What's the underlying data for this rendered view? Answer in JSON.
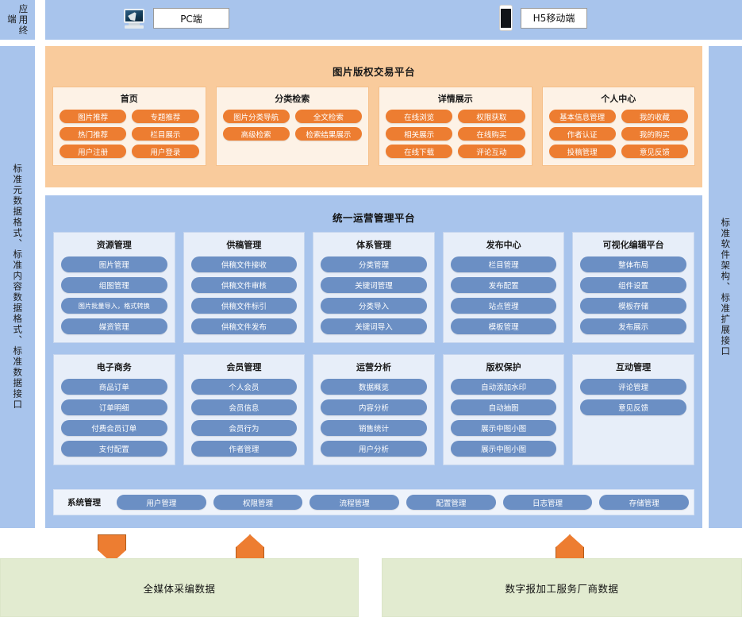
{
  "left_rail": {
    "top_label": "应用终端",
    "main_label": "标准元数据格式、标准内容数据格式、标准数据接口"
  },
  "right_rail": {
    "label": "标准软件架构、标准扩展接口"
  },
  "terminals": [
    {
      "icon": "monitor-icon",
      "label": "PC端"
    },
    {
      "icon": "phone-icon",
      "label": "H5移动端"
    }
  ],
  "trading_platform": {
    "title": "图片版权交易平台",
    "groups": [
      {
        "title": "首页",
        "items": [
          "图片推荐",
          "专题推荐",
          "热门推荐",
          "栏目展示",
          "用户注册",
          "用户登录"
        ]
      },
      {
        "title": "分类检索",
        "items": [
          "图片分类导航",
          "全文检索",
          "高级检索",
          "检索结果展示"
        ]
      },
      {
        "title": "详情展示",
        "items": [
          "在线浏览",
          "权限获取",
          "相关展示",
          "在线购买",
          "在线下载",
          "评论互动"
        ]
      },
      {
        "title": "个人中心",
        "items": [
          "基本信息管理",
          "我的收藏",
          "作者认证",
          "我的购买",
          "投稿管理",
          "意见反馈"
        ]
      }
    ]
  },
  "unified_platform": {
    "title": "统一运营管理平台",
    "row1": [
      {
        "title": "资源管理",
        "items": [
          "图片管理",
          "组图管理",
          "图片批量导入，格式转换",
          "媒资管理"
        ]
      },
      {
        "title": "供稿管理",
        "items": [
          "供稿文件接收",
          "供稿文件审核",
          "供稿文件标引",
          "供稿文件发布"
        ]
      },
      {
        "title": "体系管理",
        "items": [
          "分类管理",
          "关键词管理",
          "分类导入",
          "关键词导入"
        ]
      },
      {
        "title": "发布中心",
        "items": [
          "栏目管理",
          "发布配置",
          "站点管理",
          "模板管理"
        ]
      },
      {
        "title": "可视化编辑平台",
        "items": [
          "整体布局",
          "组件设置",
          "模板存储",
          "发布展示"
        ]
      }
    ],
    "row2": [
      {
        "title": "电子商务",
        "items": [
          "商品订单",
          "订单明细",
          "付费会员订单",
          "支付配置"
        ]
      },
      {
        "title": "会员管理",
        "items": [
          "个人会员",
          "会员信息",
          "会员行为",
          "作者管理"
        ]
      },
      {
        "title": "运营分析",
        "items": [
          "数据概览",
          "内容分析",
          "销售统计",
          "用户分析"
        ]
      },
      {
        "title": "版权保护",
        "items": [
          "自动添加水印",
          "自动抽图",
          "展示中图小图",
          "展示中图小图"
        ]
      },
      {
        "title": "互动管理",
        "items": [
          "评论管理",
          "意见反馈"
        ]
      }
    ],
    "system_management": {
      "label": "系统管理",
      "items": [
        "用户管理",
        "权限管理",
        "流程管理",
        "配置管理",
        "日志管理",
        "存储管理"
      ]
    }
  },
  "data_sources": [
    {
      "label": "全媒体采编数据"
    },
    {
      "label": "数字报加工服务厂商数据"
    }
  ],
  "colors": {
    "band_blue": "#a8c4ec",
    "panel_orange": "#f9cb9c",
    "pill_orange": "#ed7d31",
    "pill_blue": "#6b8fc4",
    "group_blue": "#e7eef9",
    "group_orange": "#fdf2e6",
    "green": "#e2ebd0"
  }
}
